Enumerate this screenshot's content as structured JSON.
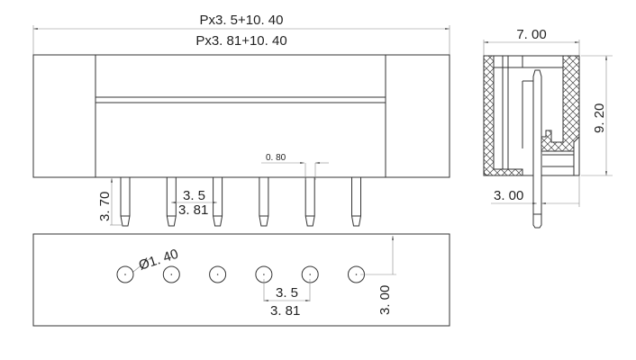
{
  "front_view": {
    "overall_dim_1": "Px3. 5+10. 40",
    "overall_dim_2": "Px3. 81+10. 40",
    "pin_width": "0. 80",
    "pin_length": "3. 70",
    "pitch_1": "3. 5",
    "pitch_2": "3. 81",
    "pin_count": 6
  },
  "bottom_view": {
    "hole_diameter": "Ø1. 40",
    "hole_offset": "3. 00",
    "pitch_1": "3. 5",
    "pitch_2": "3. 81"
  },
  "side_view": {
    "width": "7. 00",
    "height": "9. 20",
    "pin_offset": "3. 00"
  }
}
